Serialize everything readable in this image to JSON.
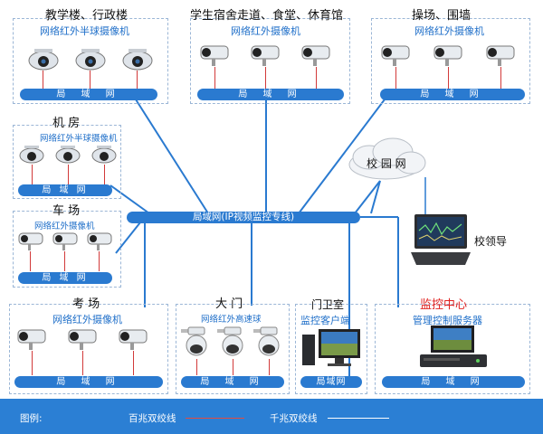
{
  "zones": {
    "teaching": {
      "title": "教学楼、行政楼",
      "subtitle": "网络红外半球摄像机",
      "lan": "局 域 网"
    },
    "dorm": {
      "title": "学生宿舍走道、食堂、休育馆",
      "subtitle": "网络红外摄像机",
      "lan": "局 域 网"
    },
    "playground": {
      "title": "操场、围墙",
      "subtitle": "网络红外摄像机",
      "lan": "局 域 网"
    },
    "machine_room": {
      "title": "机 房",
      "subtitle": "网络红外半球摄像机",
      "lan": "局 域 网"
    },
    "parking": {
      "title": "车 场",
      "subtitle": "网络红外摄像机",
      "lan": "局 域 网"
    },
    "exam": {
      "title": "考 场",
      "subtitle": "网络红外摄像机",
      "lan": "局 域 网"
    },
    "gate": {
      "title": "大 门",
      "subtitle": "网络红外高速球",
      "lan": "局 域 网"
    },
    "guard": {
      "title": "门卫室",
      "subtitle": "监控客户端",
      "lan": "局域网"
    },
    "control_center": {
      "title": "监控中心",
      "subtitle": "管理控制服务器",
      "lan": "局 域 网"
    }
  },
  "backbone": {
    "label": "局域网(IP视频监控专线)"
  },
  "cloud": {
    "label": "校 园 网"
  },
  "leader": {
    "label": "校领导"
  },
  "legend": {
    "title": "图例:",
    "item_100m": "百兆双绞线",
    "item_1000m": "千兆双绞线"
  },
  "colors": {
    "lan_bar": "#2a7ad0",
    "subtitle": "#1f6fc9",
    "accent_red": "#e0211f",
    "legend_bg": "#2b7fd4"
  }
}
